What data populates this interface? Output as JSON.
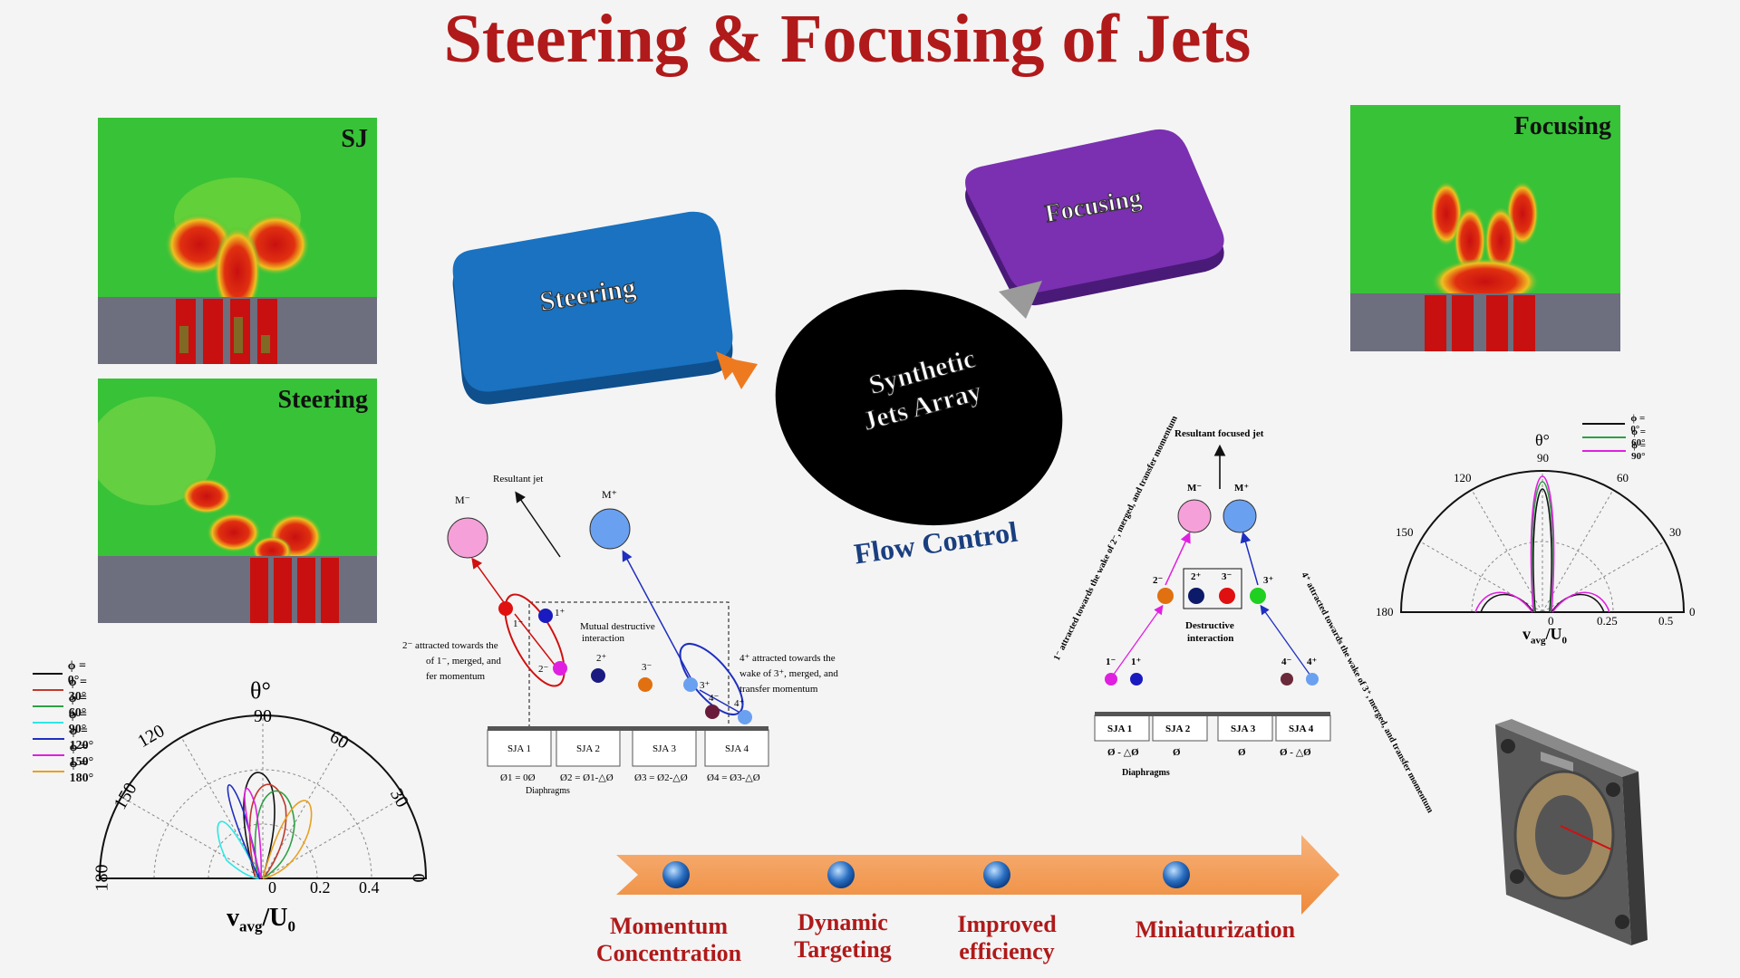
{
  "title": "Steering & Focusing of Jets",
  "panels": {
    "sj": "SJ",
    "steering": "Steering",
    "focusing": "Focusing"
  },
  "blocks": {
    "steering": "Steering",
    "focusing": "Focusing",
    "center_line1": "Synthetic",
    "center_line2": "Jets Array",
    "flow_control": "Flow Control"
  },
  "steering_diagram": {
    "resultant": "Resultant jet",
    "m_minus": "M⁻",
    "m_plus": "M⁺",
    "mutual": "Mutual destructive",
    "mutual2": "interaction",
    "left_note1": "2⁻ attracted towards the",
    "left_note2": "of 1⁻, merged, and",
    "left_note3": "fer momentum",
    "right_note1": "4⁺ attracted towards the",
    "right_note2": "wake of 3⁺, merged, and",
    "right_note3": "transfer momentum",
    "labels": [
      "1⁻",
      "1⁺",
      "2⁻",
      "2⁺",
      "3⁻",
      "3⁺",
      "4⁻",
      "4⁺"
    ],
    "sja": [
      "SJA 1",
      "SJA 2",
      "SJA 3",
      "SJA 4"
    ],
    "phases": [
      "Ø1 = 0Ø",
      "Ø2 = Ø1-△Ø",
      "Ø3 = Ø2-△Ø",
      "Ø4 = Ø3-△Ø"
    ],
    "diaphragms": "Diaphragms"
  },
  "focusing_diagram": {
    "resultant": "Resultant focused jet",
    "m_minus": "M⁻",
    "m_plus": "M⁺",
    "destructive": "Destructive",
    "destructive2": "interaction",
    "left_note": "1⁻ attracted towards the wake of 2⁻, merged, and transfer momentum",
    "right_note": "4⁺ attracted towards the wake of 3⁺, merged, and transfer momentum",
    "labels": [
      "2⁻",
      "2⁺",
      "3⁻",
      "3⁺",
      "1⁻",
      "1⁺",
      "4⁻",
      "4⁺"
    ],
    "sja": [
      "SJA 1",
      "SJA 2",
      "SJA 3",
      "SJA 4"
    ],
    "phases": [
      "Ø - △Ø",
      "Ø",
      "Ø",
      "Ø - △Ø"
    ],
    "diaphragms": "Diaphragms"
  },
  "polar_left": {
    "theta": "θ°",
    "angle_labels": [
      "180",
      "150",
      "120",
      "90",
      "60",
      "30",
      "0"
    ],
    "radial_labels": [
      "0",
      "0.2",
      "0.4"
    ],
    "xlabel": "v",
    "xlabel_sub": "avg",
    "xlabel_tail": "/U",
    "xlabel_sub2": "0",
    "legend": [
      {
        "label": "ϕ = 0°",
        "color": "#111111"
      },
      {
        "label": "ϕ = 30°",
        "color": "#c0392b"
      },
      {
        "label": "ϕ = 60°",
        "color": "#2ea043"
      },
      {
        "label": "ϕ = 90°",
        "color": "#2ee6e6"
      },
      {
        "label": "ϕ = 120°",
        "color": "#1f2fbf"
      },
      {
        "label": "ϕ = 150°",
        "color": "#e020e0"
      },
      {
        "label": "ϕ = 180°",
        "color": "#e8a020"
      }
    ]
  },
  "polar_right": {
    "theta": "θ°",
    "angle_labels": [
      "180",
      "150",
      "120",
      "90",
      "60",
      "30",
      "0"
    ],
    "radial_labels": [
      "0",
      "0.25",
      "0.5"
    ],
    "xlabel": "v",
    "xlabel_sub": "avg",
    "xlabel_tail": "/U",
    "xlabel_sub2": "0",
    "legend": [
      {
        "label": "ϕ = 0°",
        "color": "#111111"
      },
      {
        "label": "ϕ = 60°",
        "color": "#2ea043"
      },
      {
        "label": "ϕ = 90°",
        "color": "#e020e0"
      }
    ]
  },
  "benefits": [
    "Momentum Concentration",
    "Dynamic Targeting",
    "Improved efficiency",
    "Miniaturization"
  ],
  "colors": {
    "title": "#b01a1a",
    "steering_block": "#1a72c0",
    "focusing_block": "#7a30b0",
    "arrow_band": "#f29a4a",
    "cfd_green": "#38c238",
    "cfd_red": "#d01010",
    "cfd_solid": "#6d6e7e"
  }
}
